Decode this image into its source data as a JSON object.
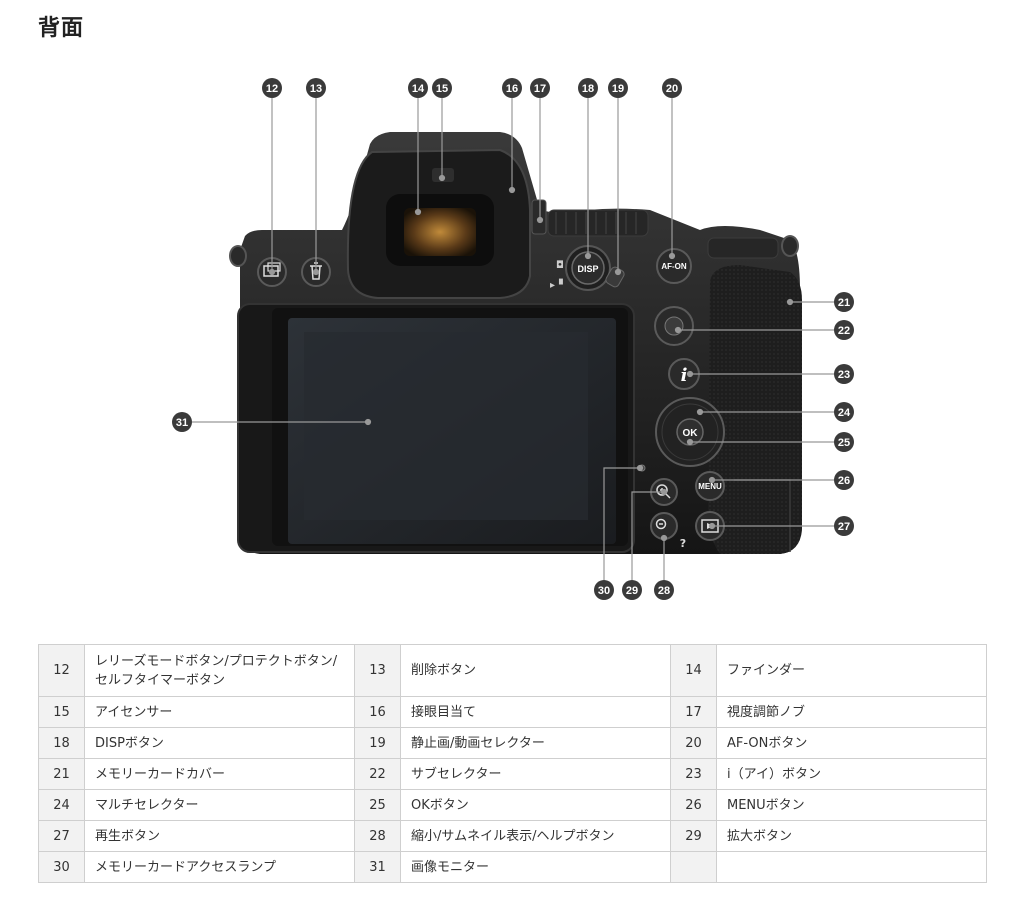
{
  "heading": "背面",
  "callouts": [
    "12",
    "13",
    "14",
    "15",
    "16",
    "17",
    "18",
    "19",
    "20",
    "21",
    "22",
    "23",
    "24",
    "25",
    "26",
    "27",
    "28",
    "29",
    "30",
    "31"
  ],
  "button_labels": {
    "disp": "DISP",
    "afon": "AF-ON",
    "ok": "OK",
    "menu": "MENU",
    "help": "?"
  },
  "rows": [
    [
      {
        "n": "12",
        "t": "レリーズモードボタン/プロテクトボタン/セルフタイマーボタン"
      },
      {
        "n": "13",
        "t": "削除ボタン"
      },
      {
        "n": "14",
        "t": "ファインダー"
      }
    ],
    [
      {
        "n": "15",
        "t": "アイセンサー"
      },
      {
        "n": "16",
        "t": "接眼目当て"
      },
      {
        "n": "17",
        "t": "視度調節ノブ"
      }
    ],
    [
      {
        "n": "18",
        "t": "DISPボタン"
      },
      {
        "n": "19",
        "t": "静止画/動画セレクター"
      },
      {
        "n": "20",
        "t": "AF-ONボタン"
      }
    ],
    [
      {
        "n": "21",
        "t": "メモリーカードカバー"
      },
      {
        "n": "22",
        "t": "サブセレクター"
      },
      {
        "n": "23",
        "t": "i（アイ）ボタン"
      }
    ],
    [
      {
        "n": "24",
        "t": "マルチセレクター"
      },
      {
        "n": "25",
        "t": "OKボタン"
      },
      {
        "n": "26",
        "t": "MENUボタン"
      }
    ],
    [
      {
        "n": "27",
        "t": "再生ボタン"
      },
      {
        "n": "28",
        "t": "縮小/サムネイル表示/ヘルプボタン"
      },
      {
        "n": "29",
        "t": "拡大ボタン"
      }
    ],
    [
      {
        "n": "30",
        "t": "メモリーカードアクセスランプ"
      },
      {
        "n": "31",
        "t": "画像モニター"
      },
      {
        "n": "",
        "t": ""
      }
    ]
  ]
}
